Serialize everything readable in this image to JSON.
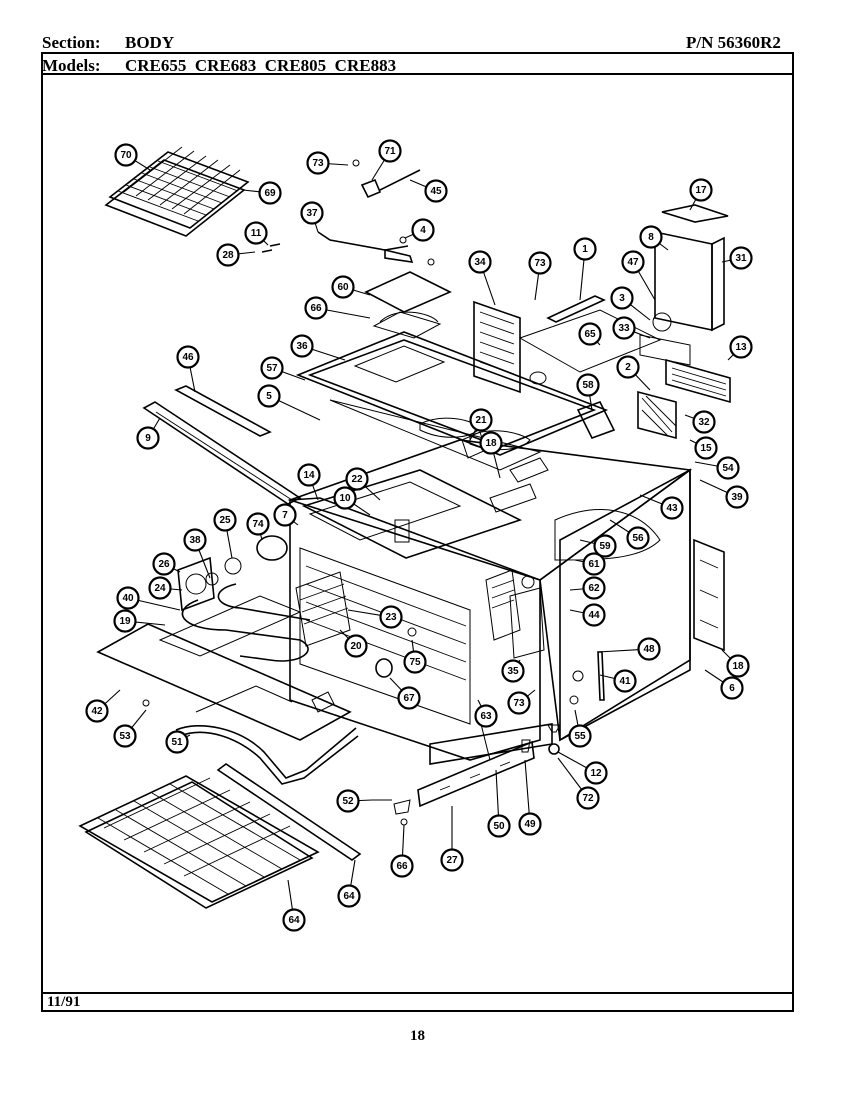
{
  "header": {
    "section_label": "Section:",
    "section_value": "BODY",
    "part_number": "P/N 56360R2",
    "models_label": "Models:",
    "models_value": "CRE655  CRE683  CRE805  CRE883"
  },
  "footer": {
    "date": "11/91",
    "page_number": "18"
  },
  "callouts": [
    "70",
    "69",
    "73",
    "71",
    "45",
    "37",
    "11",
    "28",
    "4",
    "17",
    "8",
    "31",
    "47",
    "3",
    "33",
    "34",
    "73",
    "1",
    "65",
    "60",
    "66",
    "36",
    "57",
    "5",
    "46",
    "9",
    "21",
    "18",
    "58",
    "2",
    "32",
    "15",
    "54",
    "39",
    "43",
    "13",
    "14",
    "22",
    "10",
    "7",
    "74",
    "25",
    "38",
    "26",
    "24",
    "40",
    "19",
    "56",
    "61",
    "62",
    "44",
    "59",
    "20",
    "23",
    "75",
    "67",
    "63",
    "35",
    "73",
    "42",
    "53",
    "51",
    "18",
    "6",
    "41",
    "55",
    "12",
    "72",
    "52",
    "66",
    "27",
    "50",
    "49",
    "64",
    "64",
    "48",
    "20"
  ]
}
